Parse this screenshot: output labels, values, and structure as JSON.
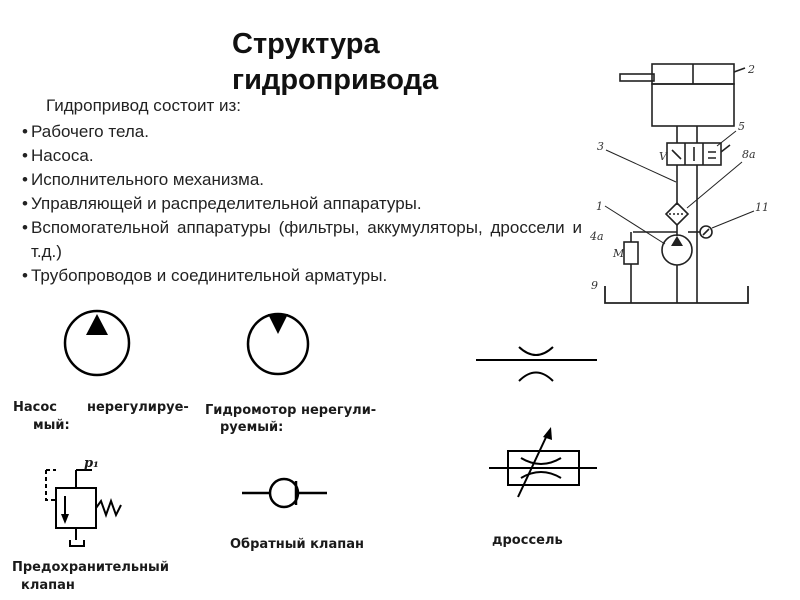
{
  "title": "Структура гидропривода",
  "intro": "Гидропривод состоит из:",
  "bullets": [
    "Рабочего тела.",
    "Насоса.",
    "Исполнительного механизма.",
    "Управляющей и распределительной аппаратуры.",
    "Вспомогательной аппаратуры (фильтры, аккумуляторы, дроссели и т.д.)",
    "Трубопроводов и соединительной арматуры."
  ],
  "scheme_labels": {
    "n2": "2",
    "n5": "5",
    "n3": "3",
    "n8a": "8а",
    "n1": "1",
    "n11": "11",
    "n4a": "4а",
    "n9": "9",
    "M": "M",
    "V": "V"
  },
  "symbols": {
    "pump_line1a": "Насос",
    "pump_line1b": "нерегулируе-",
    "pump_line2": "мый:",
    "motor_line1": "Гидромотор нерегули-",
    "motor_line2": "руемый:",
    "relief_line1": "Предохранительный",
    "relief_line2": "клапан",
    "relief_p": "p₁",
    "check_valve": "Обратный клапан",
    "throttle": "дроссель"
  }
}
